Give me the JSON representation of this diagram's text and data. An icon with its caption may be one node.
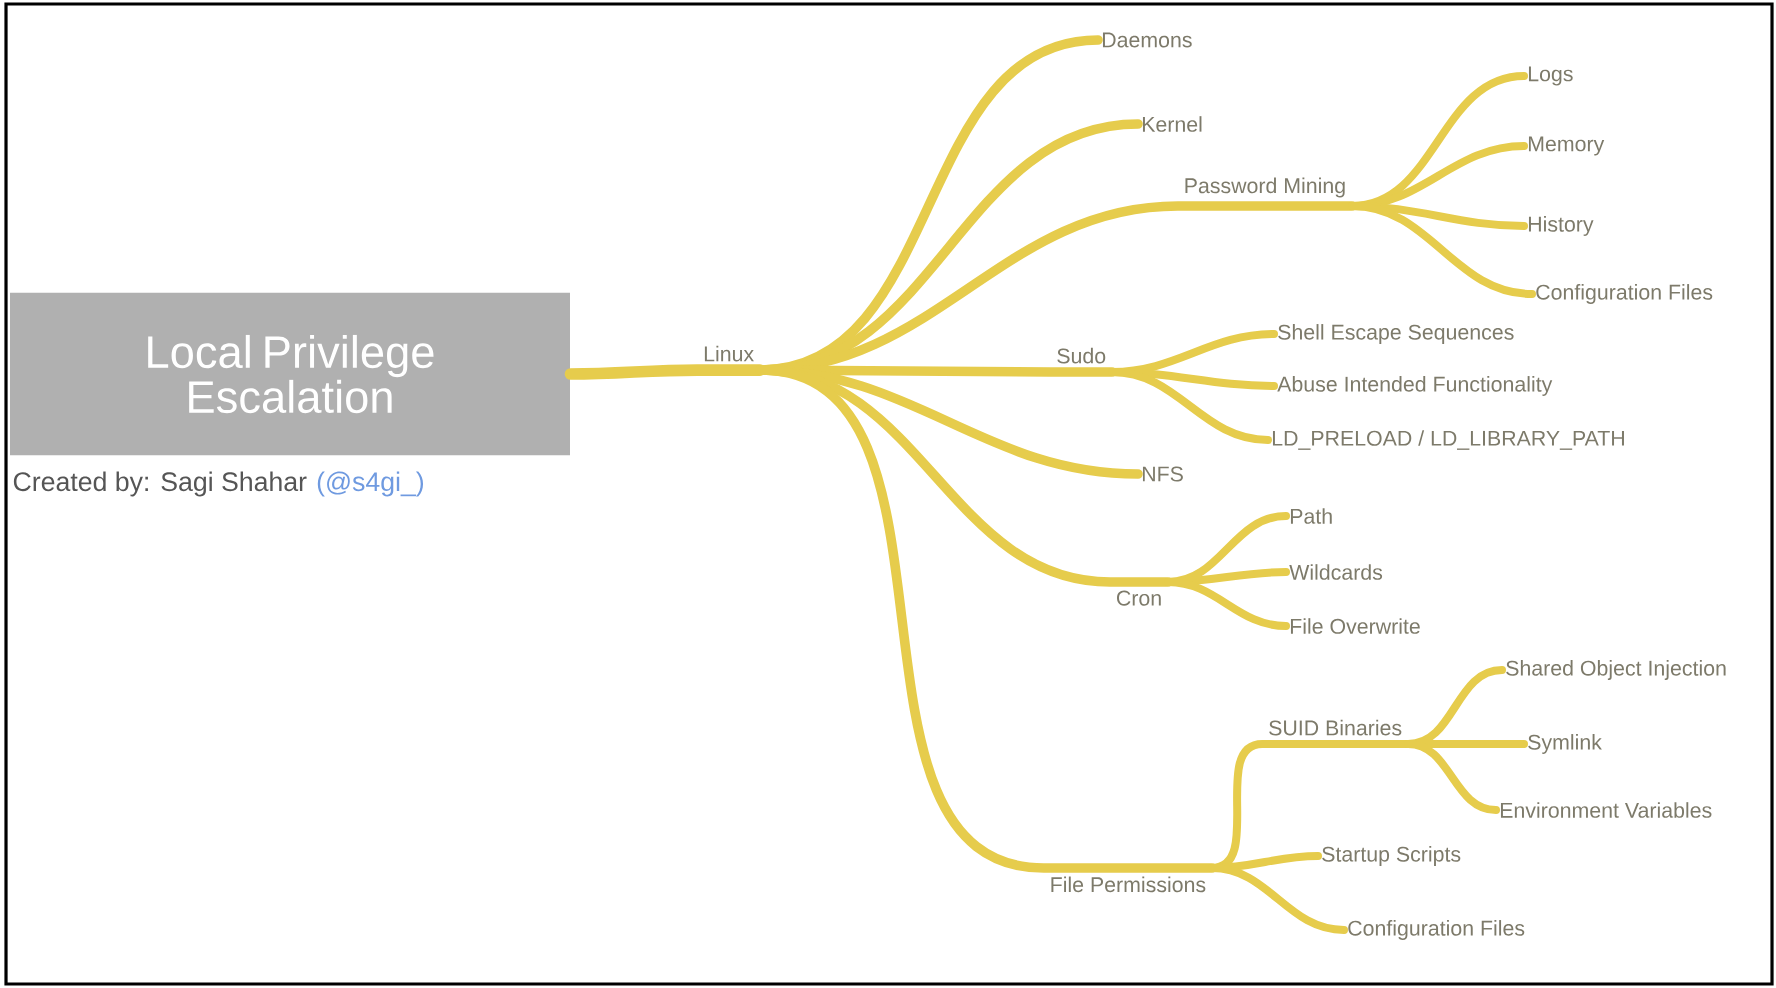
{
  "diagram": {
    "nodes": [
      {
        "text": [
          "Local Privilege Escalation"
        ],
        "beside": [
          "Created by: Sagi Shahar",
          "(@s4gi_)"
        ]
      },
      {
        "text": [
          "Linux"
        ]
      },
      {
        "text": [
          "Daemons"
        ]
      },
      {
        "text": [
          "Kernel"
        ]
      },
      {
        "text": [
          "Password Mining"
        ]
      },
      {
        "text": [
          "Logs"
        ]
      },
      {
        "text": [
          "Memory"
        ]
      },
      {
        "text": [
          "History"
        ]
      },
      {
        "text": [
          "Configuration Files"
        ]
      },
      {
        "text": [
          "Sudo"
        ]
      },
      {
        "text": [
          "Shell Escape Sequences"
        ]
      },
      {
        "text": [
          "Abuse Intended Functionality"
        ]
      },
      {
        "text": [
          "LD_PRELOAD / LD_LIBRARY_PATH"
        ]
      },
      {
        "text": [
          "NFS"
        ]
      },
      {
        "text": [
          "Cron"
        ]
      },
      {
        "text": [
          "Path"
        ]
      },
      {
        "text": [
          "Wildcards"
        ]
      },
      {
        "text": [
          "File Overwrite"
        ]
      },
      {
        "text": [
          "File Permissions"
        ]
      },
      {
        "text": [
          "SUID Binaries"
        ]
      },
      {
        "text": [
          "Shared Object Injection"
        ]
      },
      {
        "text": [
          "Symlink"
        ]
      },
      {
        "text": [
          "Environment Variables"
        ]
      },
      {
        "text": [
          "Startup Scripts"
        ]
      },
      {
        "text": [
          "Configuration Files"
        ]
      }
    ],
    "edges": [
      {
        "from": 0,
        "to": 1,
        "arrow": "none"
      },
      {
        "from": 1,
        "to": 2,
        "arrow": "none"
      },
      {
        "from": 1,
        "to": 3,
        "arrow": "none"
      },
      {
        "from": 1,
        "to": 4,
        "arrow": "none"
      },
      {
        "from": 4,
        "to": 5,
        "arrow": "none"
      },
      {
        "from": 4,
        "to": 6,
        "arrow": "none"
      },
      {
        "from": 4,
        "to": 7,
        "arrow": "none"
      },
      {
        "from": 4,
        "to": 8,
        "arrow": "none"
      },
      {
        "from": 1,
        "to": 9,
        "arrow": "none"
      },
      {
        "from": 9,
        "to": 10,
        "arrow": "none"
      },
      {
        "from": 9,
        "to": 11,
        "arrow": "none"
      },
      {
        "from": 9,
        "to": 12,
        "arrow": "none"
      },
      {
        "from": 1,
        "to": 13,
        "arrow": "none"
      },
      {
        "from": 1,
        "to": 14,
        "arrow": "none"
      },
      {
        "from": 14,
        "to": 15,
        "arrow": "none"
      },
      {
        "from": 14,
        "to": 16,
        "arrow": "none"
      },
      {
        "from": 14,
        "to": 17,
        "arrow": "none"
      },
      {
        "from": 1,
        "to": 18,
        "arrow": "none"
      },
      {
        "from": 18,
        "to": 19,
        "arrow": "none"
      },
      {
        "from": 19,
        "to": 20,
        "arrow": "none"
      },
      {
        "from": 19,
        "to": 21,
        "arrow": "none"
      },
      {
        "from": 19,
        "to": 22,
        "arrow": "none"
      },
      {
        "from": 18,
        "to": 23,
        "arrow": "none"
      },
      {
        "from": 18,
        "to": 24,
        "arrow": "none"
      }
    ]
  }
}
